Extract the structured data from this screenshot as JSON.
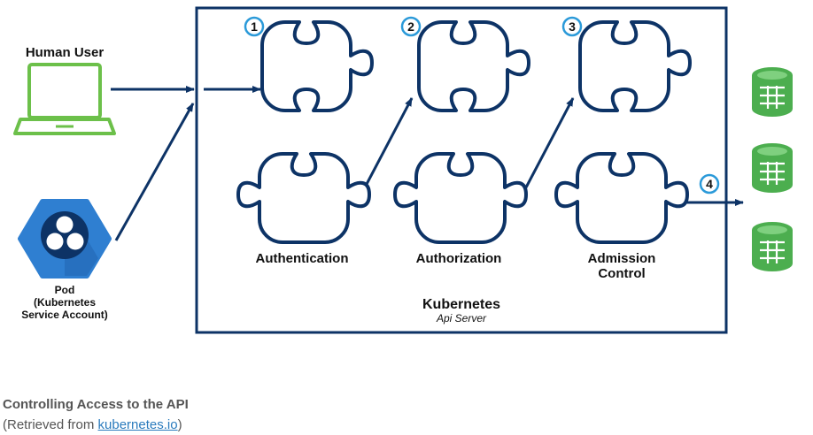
{
  "diagram": {
    "human_user_label": "Human User",
    "pod_label_lines": [
      "Pod",
      "(Kubernetes",
      "Service Account)"
    ],
    "server_title": "Kubernetes",
    "server_subtitle": "Api Server",
    "stages": [
      {
        "number": "1",
        "label_lines": [
          "Authentication"
        ]
      },
      {
        "number": "2",
        "label_lines": [
          "Authorization"
        ]
      },
      {
        "number": "3",
        "label_lines": [
          "Admission",
          "Control"
        ]
      }
    ],
    "storage_step_number": "4",
    "colors": {
      "navy": "#0d3366",
      "laptop_green": "#6cc04a",
      "db_green": "#4cae4f",
      "pod_blue": "#2f7fd1",
      "step_circle": "#2b9ad9"
    },
    "icons": [
      "laptop-icon",
      "pod-hexagon-icon",
      "puzzle-piece-icon",
      "database-icon"
    ]
  },
  "caption": {
    "title": "Controlling Access to the API",
    "source_prefix": "(Retrieved from ",
    "source_link": "kubernetes.io",
    "source_suffix": ")"
  }
}
